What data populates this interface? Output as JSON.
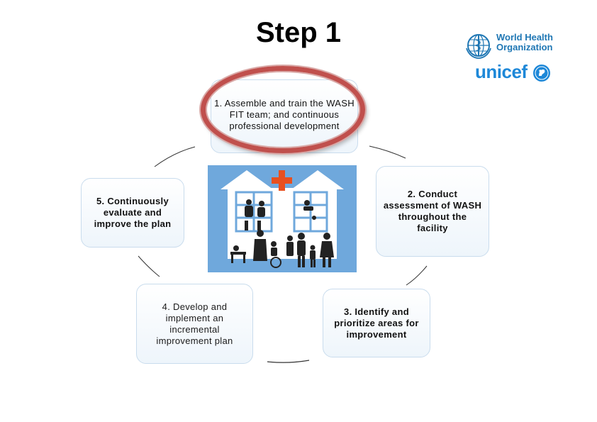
{
  "title": "Step 1",
  "logos": {
    "who_line1": "World Health",
    "who_line2": "Organization",
    "unicef": "unicef"
  },
  "steps": [
    {
      "label": "1. Assemble and train the WASH FIT team; and continuous professional development"
    },
    {
      "label": "2. Conduct assessment of WASH throughout the facility"
    },
    {
      "label": "3. Identify and prioritize areas for improvement"
    },
    {
      "label": "4. Develop and implement an incremental improvement plan"
    },
    {
      "label": "5. Continuously evaluate and improve the plan"
    }
  ],
  "colors": {
    "highlight_ring": "#c0504d",
    "facility_background": "#6fa8dc",
    "cross": "#e8501f",
    "who_blue": "#1f77b4",
    "unicef_blue": "#1e88d8"
  },
  "icons": {
    "center": "health-facility-illustration",
    "who": "who-emblem",
    "unicef": "unicef-emblem"
  }
}
